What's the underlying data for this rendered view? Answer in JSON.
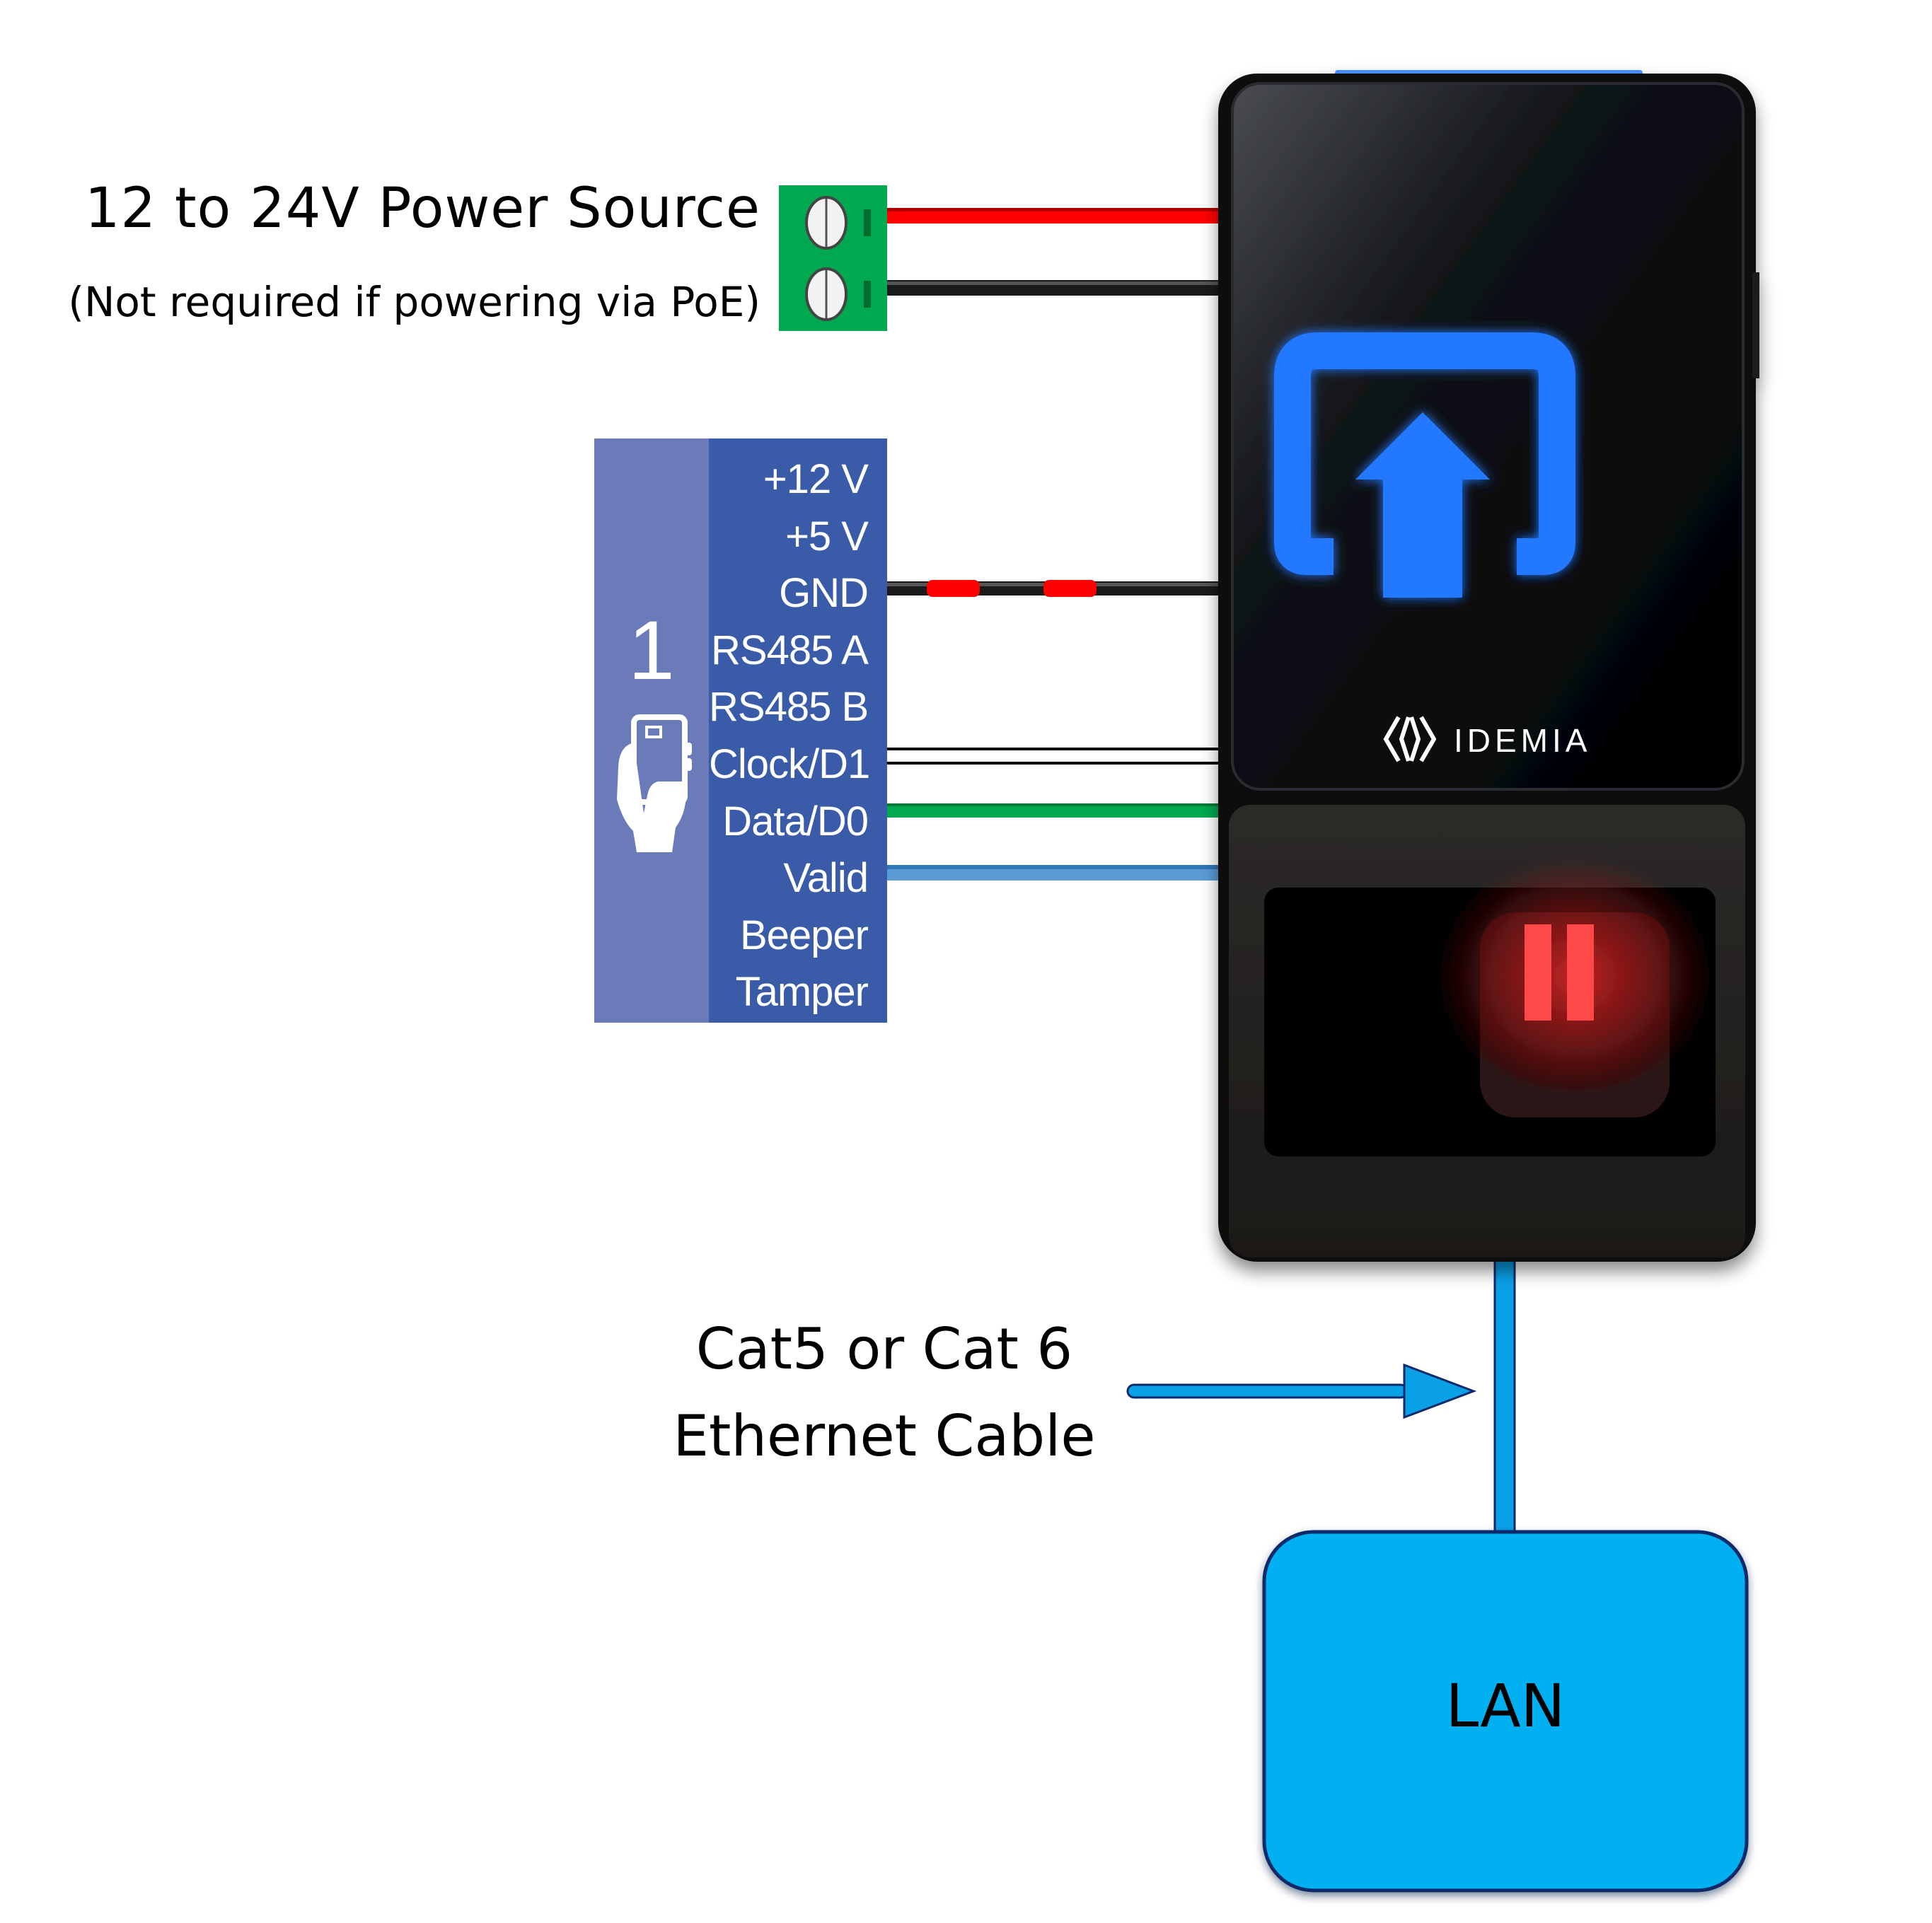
{
  "power_source": {
    "title": "12 to 24V Power Source",
    "subtitle": "(Not required if powering via PoE)",
    "terminal_color": "#00a94f",
    "wires": [
      {
        "name": "positive",
        "color": "#ff0000"
      },
      {
        "name": "negative",
        "color": "#111111"
      }
    ]
  },
  "controller_panel": {
    "reader_number": "1",
    "icon": "hand-card-icon",
    "left_color": "#6b7ab8",
    "right_color": "#3a5ca8",
    "pins": [
      {
        "label": "+12 V",
        "wire": null
      },
      {
        "label": "+5 V",
        "wire": null
      },
      {
        "label": "GND",
        "wire": "black-with-red-marks"
      },
      {
        "label": "RS485 A",
        "wire": null
      },
      {
        "label": "RS485 B",
        "wire": null
      },
      {
        "label": "Clock/D1",
        "wire": "white"
      },
      {
        "label": "Data/D0",
        "wire": "green"
      },
      {
        "label": "Valid",
        "wire": "blue"
      },
      {
        "label": "Beeper",
        "wire": null
      },
      {
        "label": "Tamper",
        "wire": null
      }
    ]
  },
  "device": {
    "brand": "IDEMIA",
    "screen_icon": "card-tap-arrow-icon",
    "accent_color": "#2479ff",
    "sensor_color": "#ff2020"
  },
  "network": {
    "cable_label_line1": "Cat5 or Cat 6",
    "cable_label_line2": "Ethernet Cable",
    "cable_color": "#0aa0e6",
    "lan_label": "LAN",
    "lan_color": "#00b0f0"
  }
}
